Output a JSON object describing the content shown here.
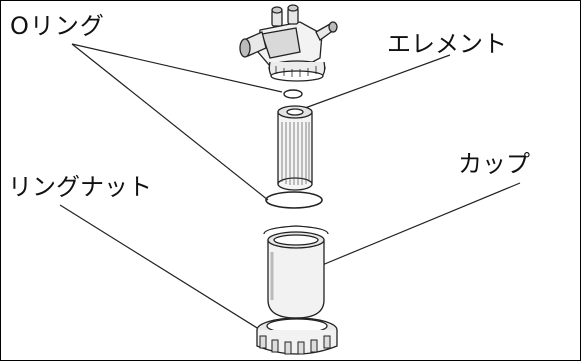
{
  "labels": {
    "o_ring": "Oリング",
    "element": "エレメント",
    "cup": "カップ",
    "ring_nut": "リングナット"
  }
}
